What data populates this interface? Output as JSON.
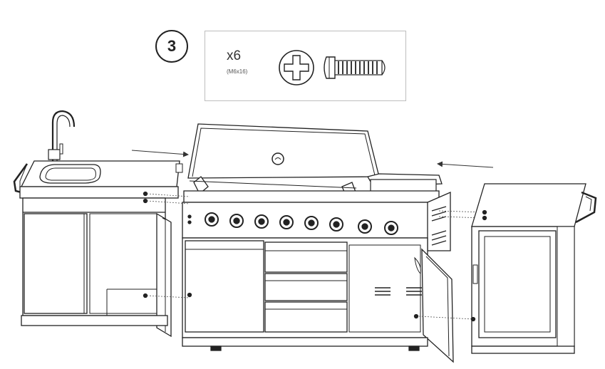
{
  "step": {
    "number": "3"
  },
  "hardware": {
    "quantity": "x6",
    "size": "(M6x16)"
  },
  "icons": {
    "screw_head": "phillips-screw-head-icon",
    "screw_side": "machine-screw-icon"
  },
  "assembly": {
    "modules": [
      "sink-cabinet",
      "gas-grill-cart",
      "refrigerator-cabinet"
    ],
    "burner_knobs": 8
  }
}
